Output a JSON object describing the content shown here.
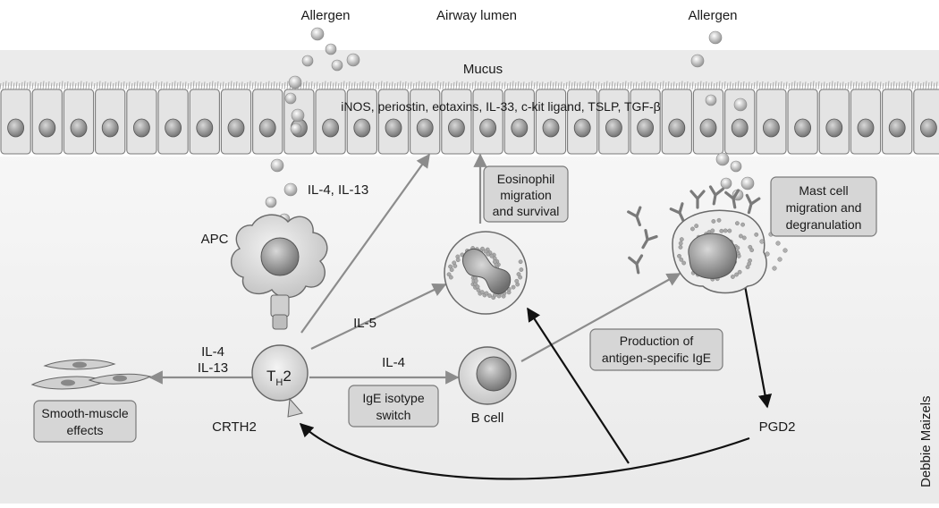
{
  "labels": {
    "allergen_left": "Allergen",
    "airway_lumen": "Airway lumen",
    "allergen_right": "Allergen",
    "mucus": "Mucus",
    "epithelial_factors": "iNOS, periostin, eotaxins, IL-33, c-kit ligand, TSLP, TGF-β",
    "il4_il13_up": "IL-4, IL-13",
    "apc": "APC",
    "il5": "IL-5",
    "il4_left": "IL-4",
    "il13_left": "IL-13",
    "il4_right": "IL-4",
    "th2_main": "T",
    "th2_sub": "H",
    "th2_num": "2",
    "crth2": "CRTH2",
    "b_cell": "B cell",
    "pgd2": "PGD2",
    "credit": "Debbie Maizels"
  },
  "boxes": {
    "eosinophil": [
      "Eosinophil",
      "migration",
      "and survival"
    ],
    "mast_cell": [
      "Mast cell",
      "migration and",
      "degranulation"
    ],
    "ige_production": [
      "Production of",
      "antigen-specific IgE"
    ],
    "ige_switch": [
      "IgE isotype",
      "switch"
    ],
    "smooth_muscle": [
      "Smooth-muscle",
      "effects"
    ]
  }
}
